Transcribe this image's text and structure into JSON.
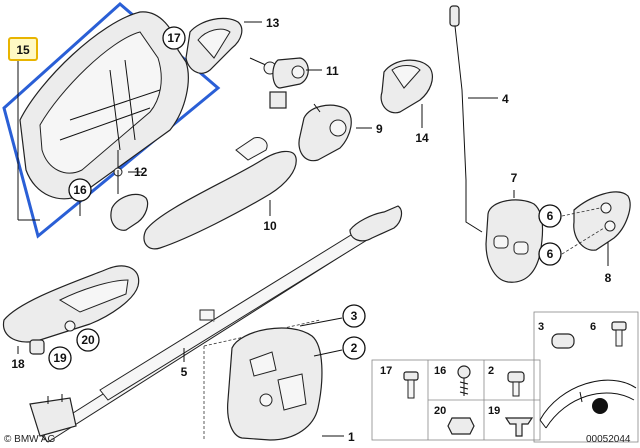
{
  "labels": {
    "p1": "1",
    "p2": "2",
    "p3": "3",
    "p4": "4",
    "p5": "5",
    "p6a": "6",
    "p6b": "6",
    "p7": "7",
    "p8": "8",
    "p9": "9",
    "p10": "10",
    "p11": "11",
    "p12": "12",
    "p13": "13",
    "p14": "14",
    "p15": "15",
    "p16": "16",
    "p17": "17",
    "p18": "18",
    "p19": "19",
    "p20": "20"
  },
  "inset": {
    "i3": "3",
    "i6": "6",
    "i17": "17",
    "i16": "16",
    "i2": "2",
    "i20": "20",
    "i19": "19"
  },
  "footer": {
    "copyright": "© BMW AG",
    "drawing_no": "00052044"
  },
  "colors": {
    "highlight_frame": "#2a5fd6",
    "badge_fill": "#fff9c4",
    "badge_border": "#e8b400"
  }
}
